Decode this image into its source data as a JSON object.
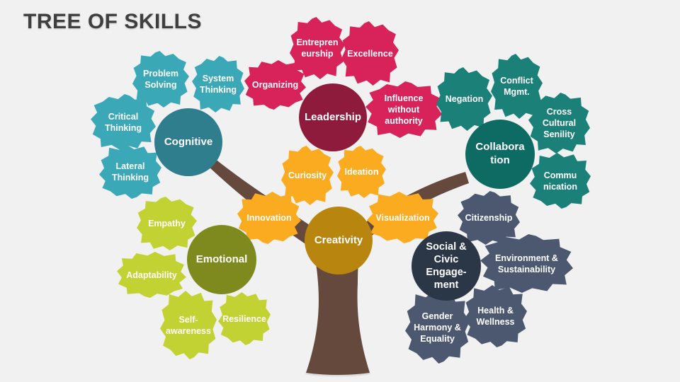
{
  "slide": {
    "title": "TREE OF SKILLS",
    "background": "#F1F1F2",
    "title_color": "#3F3F3F"
  },
  "tree": {
    "trunk_color": "#65493C",
    "shadow_color": "#DBDBDB"
  },
  "clusters": {
    "cognitive": {
      "label": "Cognitive",
      "circle_color": "#2E7E8D",
      "leaf_color": "#3BA8B8",
      "leaves": {
        "problem_solving": "Problem Solving",
        "system_thinking": "System Thinking",
        "critical_thinking": "Critical Thinking",
        "lateral_thinking": "Lateral Thinking"
      }
    },
    "leadership": {
      "label": "Leadership",
      "circle_color": "#8E1A3C",
      "leaf_color": "#D7225A",
      "leaves": {
        "organizing": "Organizing",
        "entrepreneurship": "Entrepren eurship",
        "excellence": "Excellence",
        "influence_without_authority": "Influence without authority"
      }
    },
    "collaboration": {
      "label": "Collabora tion",
      "circle_color": "#0D6B64",
      "leaf_color": "#1B8078",
      "leaves": {
        "negation": "Negation",
        "conflict_mgmt": "Conflict Mgmt.",
        "cross_cultural_senility": "Cross Cultural Senility",
        "communication": "Commu nication"
      }
    },
    "creativity": {
      "label": "Creativity",
      "circle_color": "#B8860E",
      "leaf_color": "#FBAB1F",
      "leaves": {
        "curiosity": "Curiosity",
        "ideation": "Ideation",
        "innovation": "Innovation",
        "visualization": "Visualization"
      }
    },
    "emotional": {
      "label": "Emotional",
      "circle_color": "#7E8A1E",
      "leaf_color": "#C3D233",
      "leaves": {
        "empathy": "Empathy",
        "adaptability": "Adaptability",
        "self_awareness": "Self-awareness",
        "resilience": "Resilience"
      }
    },
    "social": {
      "label": "Social & Civic Engage-ment",
      "circle_color": "#2B3647",
      "leaf_color": "#4B5870",
      "leaves": {
        "citizenship": "Citizenship",
        "environment_sustainability": "Environment & Sustainability",
        "health_wellness": "Health & Wellness",
        "gender_harmony_equality": "Gender Harmony & Equality"
      }
    }
  }
}
